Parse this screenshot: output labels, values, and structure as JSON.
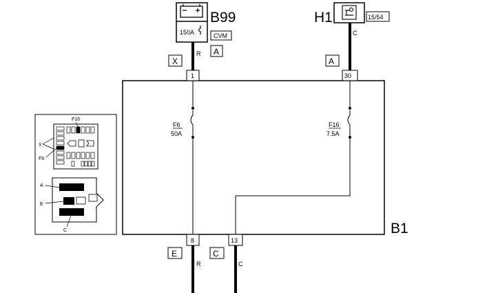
{
  "components": {
    "b99": {
      "ref": "B99",
      "fuse_rating": "150A",
      "tag": "CVM",
      "tag_letter": "A"
    },
    "h1": {
      "ref": "H1",
      "tag": "15/54"
    },
    "b1": {
      "ref": "B1"
    }
  },
  "fuses": [
    {
      "id": "F6",
      "rating": "50A"
    },
    {
      "id": "F16",
      "rating": "7.5A"
    }
  ],
  "pins": {
    "top_left": "1",
    "top_right": "30",
    "bottom_left": "8",
    "bottom_right": "13"
  },
  "connector_letters": {
    "top_left": "X",
    "top_right": "A",
    "bottom_left": "E",
    "bottom_right": "C"
  },
  "wire_colors": {
    "b99_wire": "R",
    "h1_wire": "C",
    "out_left": "R",
    "out_right": "C"
  },
  "inset": {
    "fuse_label_top": "F16",
    "fuse_label_left": "F6",
    "x_label": "X",
    "connector_labels": [
      "A",
      "E",
      "C"
    ]
  }
}
